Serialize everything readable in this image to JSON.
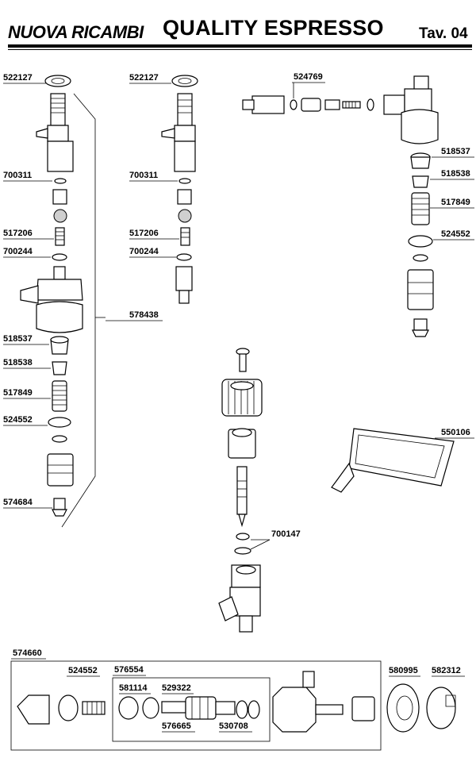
{
  "header": {
    "brand": "NUOVA RICAMBI",
    "title": "QUALITY ESPRESSO",
    "table_no": "Tav. 04"
  },
  "parts": {
    "p1": "522127",
    "p2": "700311",
    "p3": "517206",
    "p4": "700244",
    "p5": "578438",
    "p6": "518537",
    "p7": "518538",
    "p8": "517849",
    "p9": "524552",
    "p10": "574684",
    "p11": "522127",
    "p12": "700311",
    "p13": "517206",
    "p14": "700244",
    "p15": "524769",
    "p16": "518537",
    "p17": "518538",
    "p18": "517849",
    "p19": "524552",
    "p20": "550106",
    "p21": "700147",
    "p22": "574660",
    "p23": "524552",
    "p24": "576554",
    "p25": "581114",
    "p26": "529322",
    "p27": "576665",
    "p28": "530708",
    "p29": "580995",
    "p30": "582312"
  }
}
